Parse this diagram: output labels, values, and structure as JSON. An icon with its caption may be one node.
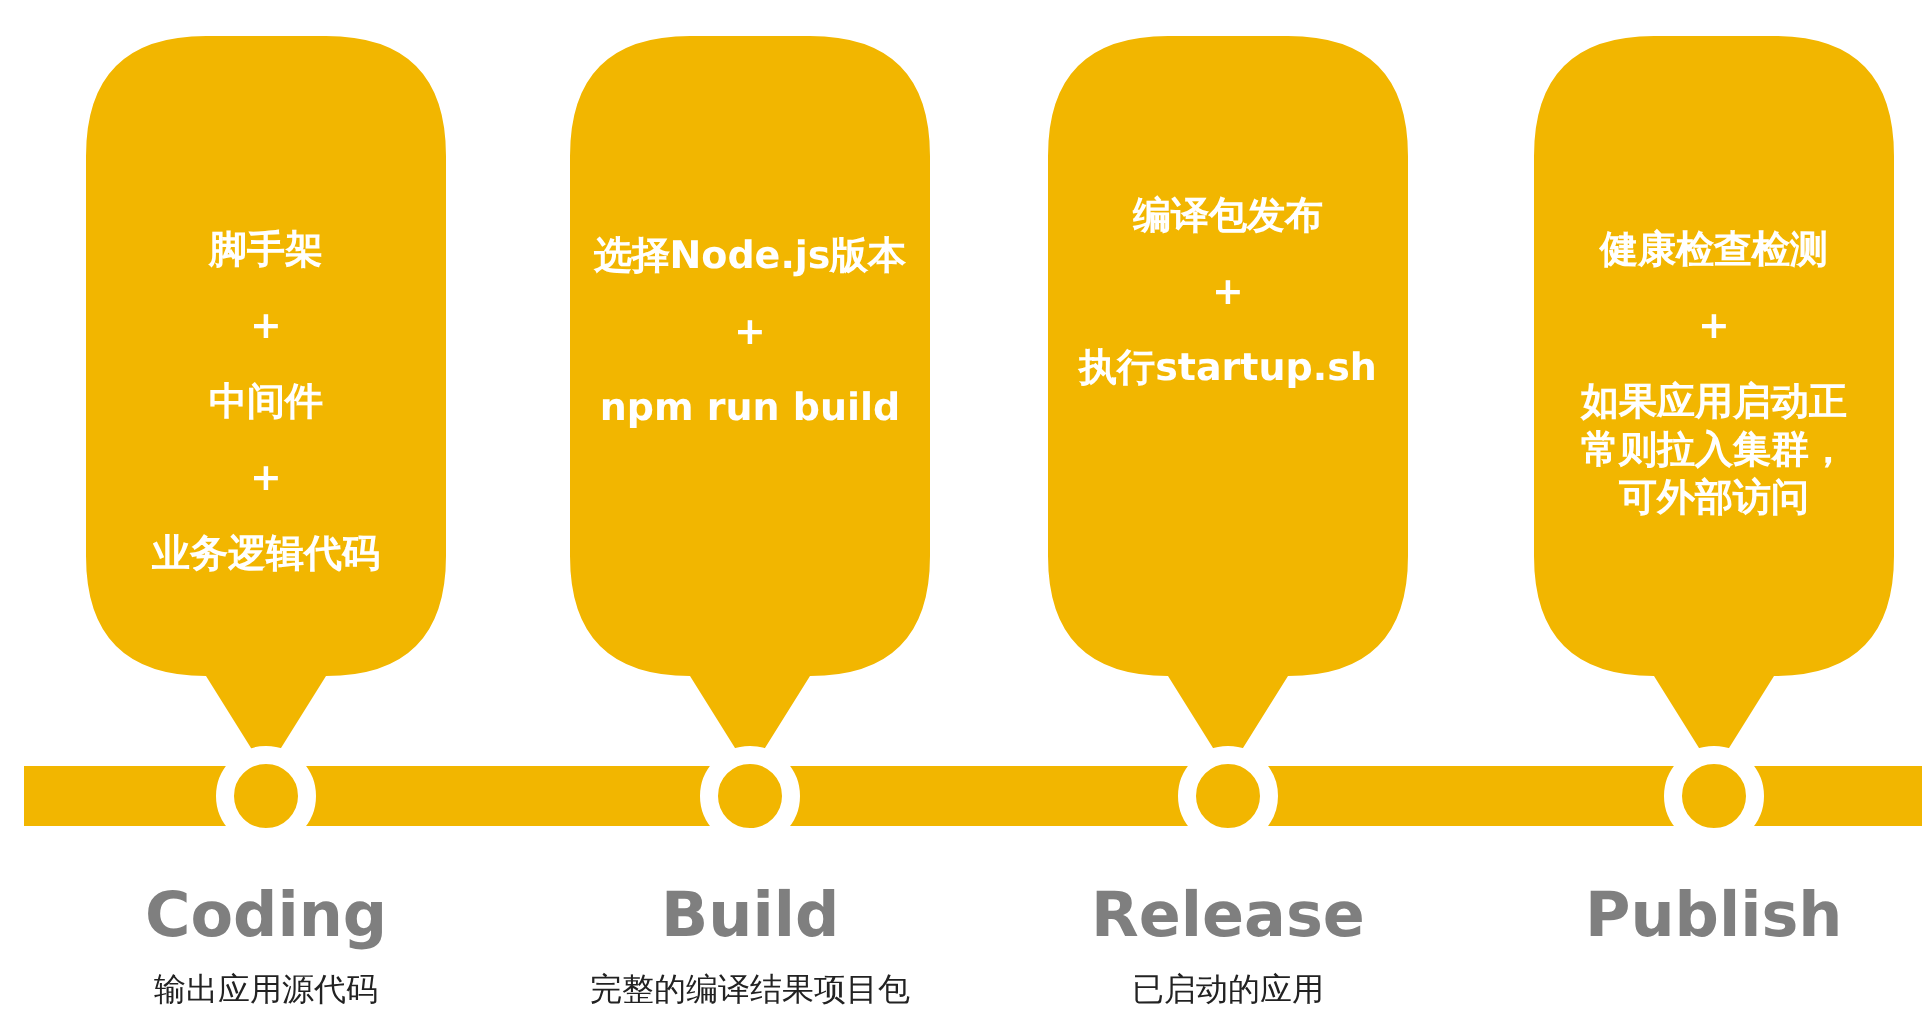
{
  "diagram": {
    "nodes": [
      {
        "text": [
          "脚手架",
          "+",
          "中间件",
          "+",
          "业务逻辑代码"
        ]
      },
      {
        "text": [
          "选择Node.js版本",
          "+",
          "npm run build"
        ]
      },
      {
        "text": [
          "编译包发布",
          "+",
          "执行startup.sh"
        ]
      },
      {
        "text": [
          "健康检查检测",
          "+",
          "如果应用启动正常则拉入集群，可外部访问"
        ]
      },
      {
        "text": [],
        "shape": "bar"
      },
      {
        "text": [],
        "shape": "circle"
      },
      {
        "text": [],
        "shape": "circle"
      },
      {
        "text": [],
        "shape": "circle"
      },
      {
        "text": [],
        "shape": "circle"
      }
    ],
    "labels": [
      "Coding",
      "输出应用源代码",
      "Build",
      "完整的编译结果项目包",
      "Release",
      "已启动的应用",
      "Publish"
    ]
  }
}
